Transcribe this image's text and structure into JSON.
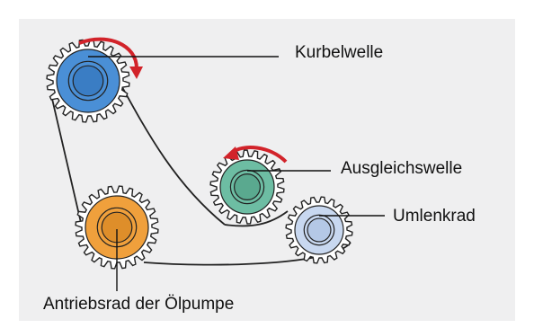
{
  "labels": {
    "crankshaft": "Kurbelwelle",
    "balance_shaft": "Ausgleichswelle",
    "idler": "Umlenkrad",
    "oil_pump": "Antriebsrad der Ölpumpe"
  },
  "gears": [
    {
      "id": "crankshaft",
      "color": "#4a8fd6",
      "highlight": "#3a7dc4"
    },
    {
      "id": "balance_shaft",
      "color": "#6dbda3",
      "highlight": "#5aa98f"
    },
    {
      "id": "idler",
      "color": "#c8d8f0",
      "highlight": "#b4c8e6"
    },
    {
      "id": "oil_pump",
      "color": "#f0a03c",
      "highlight": "#de8e2a"
    }
  ],
  "colors": {
    "panel": "#efeff0",
    "rotation_arrow": "#d2232a",
    "chain": "#222222",
    "leader_line": "#111111"
  }
}
